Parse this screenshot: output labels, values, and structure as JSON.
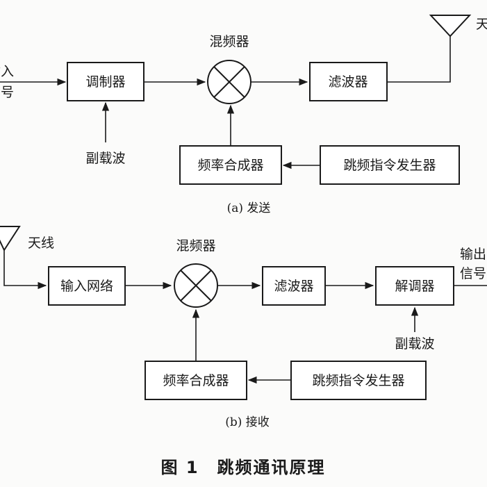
{
  "transmitter": {
    "input_label_line1": "输入",
    "input_label_line2": "信号",
    "modulator": "调制器",
    "subcarrier": "副载波",
    "mixer": "混频器",
    "filter": "滤波器",
    "antenna": "天线",
    "synthesizer": "频率合成器",
    "hop_generator": "跳频指令发生器",
    "caption": "(a) 发送"
  },
  "receiver": {
    "antenna": "天线",
    "input_network": "输入网络",
    "mixer": "混频器",
    "filter": "滤波器",
    "demodulator": "解调器",
    "output_label_line1": "输出",
    "output_label_line2": "信号",
    "subcarrier": "副载波",
    "synthesizer": "频率合成器",
    "hop_generator": "跳频指令发生器",
    "caption": "(b) 接收"
  },
  "figure_caption": "图 1　跳频通讯原理"
}
